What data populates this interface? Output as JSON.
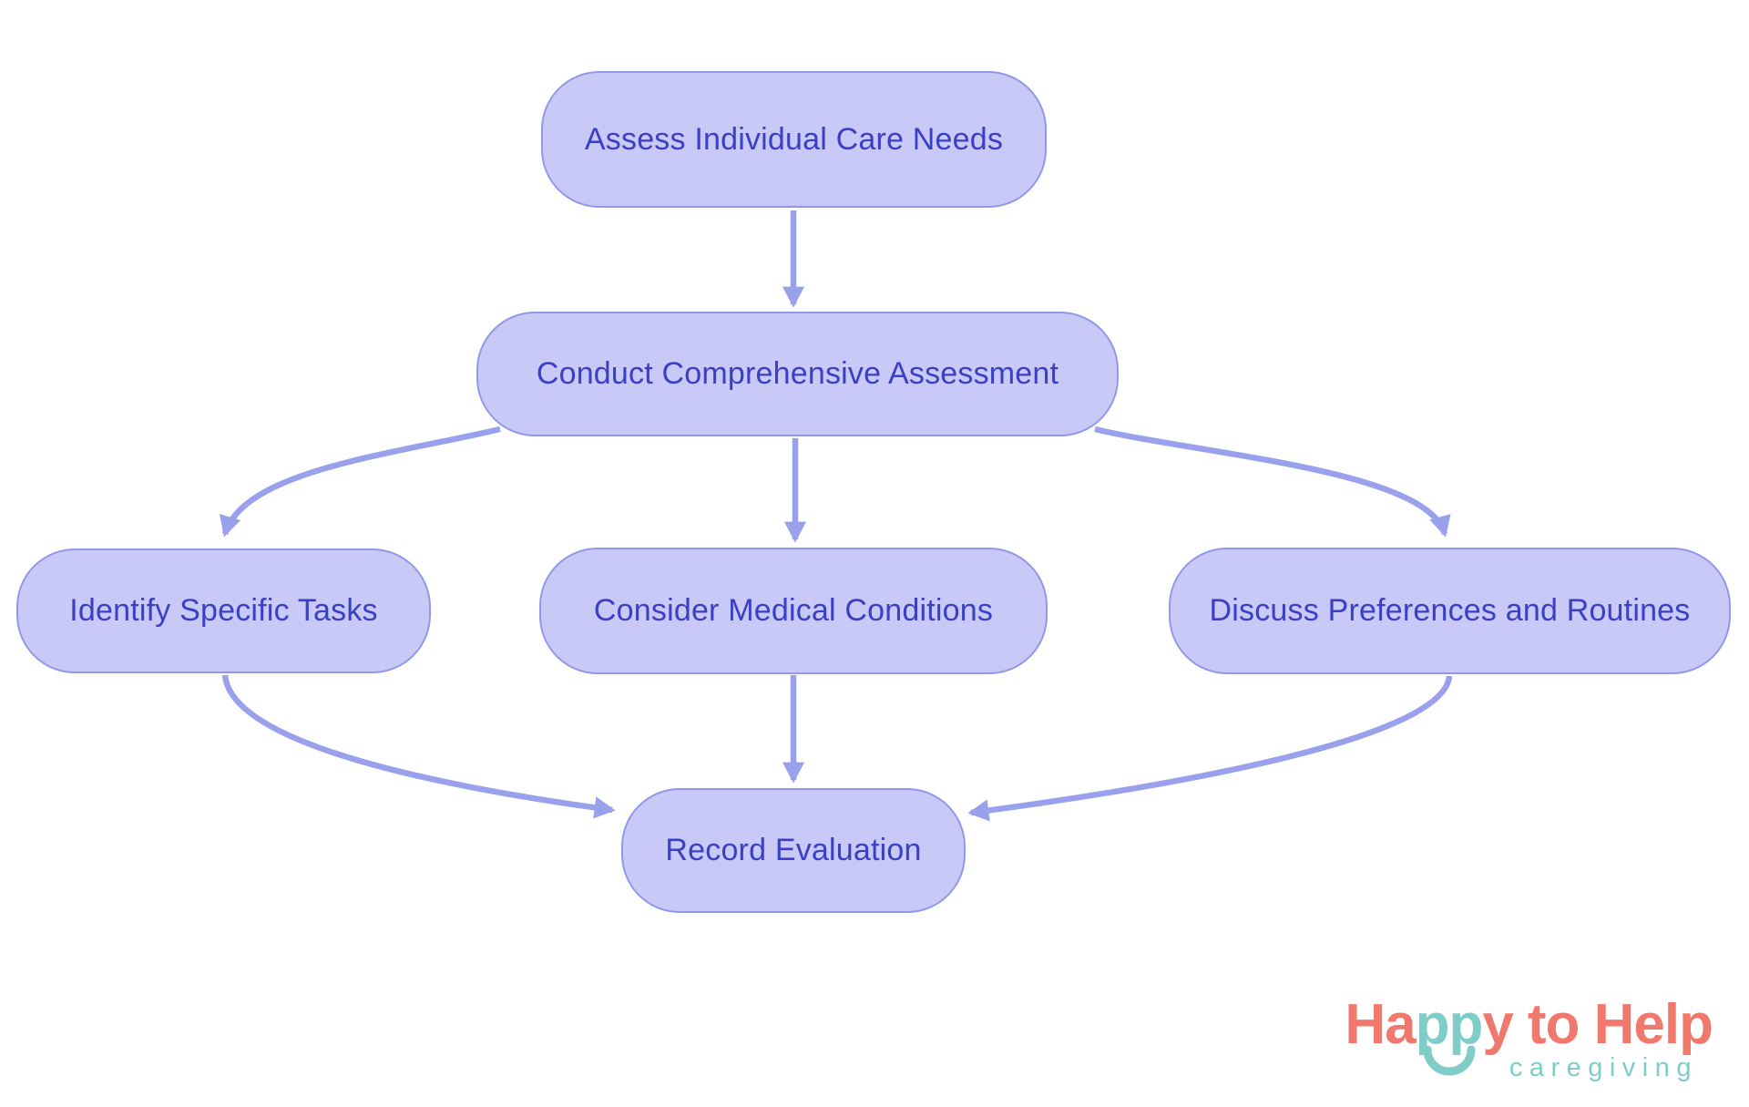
{
  "diagram": {
    "type": "flowchart",
    "nodes": [
      {
        "id": "assess",
        "label": "Assess Individual Care Needs"
      },
      {
        "id": "conduct",
        "label": "Conduct Comprehensive Assessment"
      },
      {
        "id": "identify",
        "label": "Identify Specific Tasks"
      },
      {
        "id": "consider",
        "label": "Consider Medical Conditions"
      },
      {
        "id": "discuss",
        "label": "Discuss Preferences and Routines"
      },
      {
        "id": "record",
        "label": "Record Evaluation"
      }
    ],
    "edges": [
      {
        "from": "assess",
        "to": "conduct"
      },
      {
        "from": "conduct",
        "to": "identify"
      },
      {
        "from": "conduct",
        "to": "consider"
      },
      {
        "from": "conduct",
        "to": "discuss"
      },
      {
        "from": "identify",
        "to": "record"
      },
      {
        "from": "consider",
        "to": "record"
      },
      {
        "from": "discuss",
        "to": "record"
      }
    ],
    "colors": {
      "node_fill": "#c8c9f7",
      "node_border": "#9198e9",
      "node_text": "#3b3fc4",
      "arrow": "#99a0ec",
      "background": "#ffffff"
    }
  },
  "logo": {
    "happy": [
      "Ha",
      "pp",
      "y"
    ],
    "tagline_rest": "to Help",
    "subtitle": "caregiving",
    "colors": {
      "coral": "#f0786d",
      "teal": "#7fccc8"
    }
  }
}
